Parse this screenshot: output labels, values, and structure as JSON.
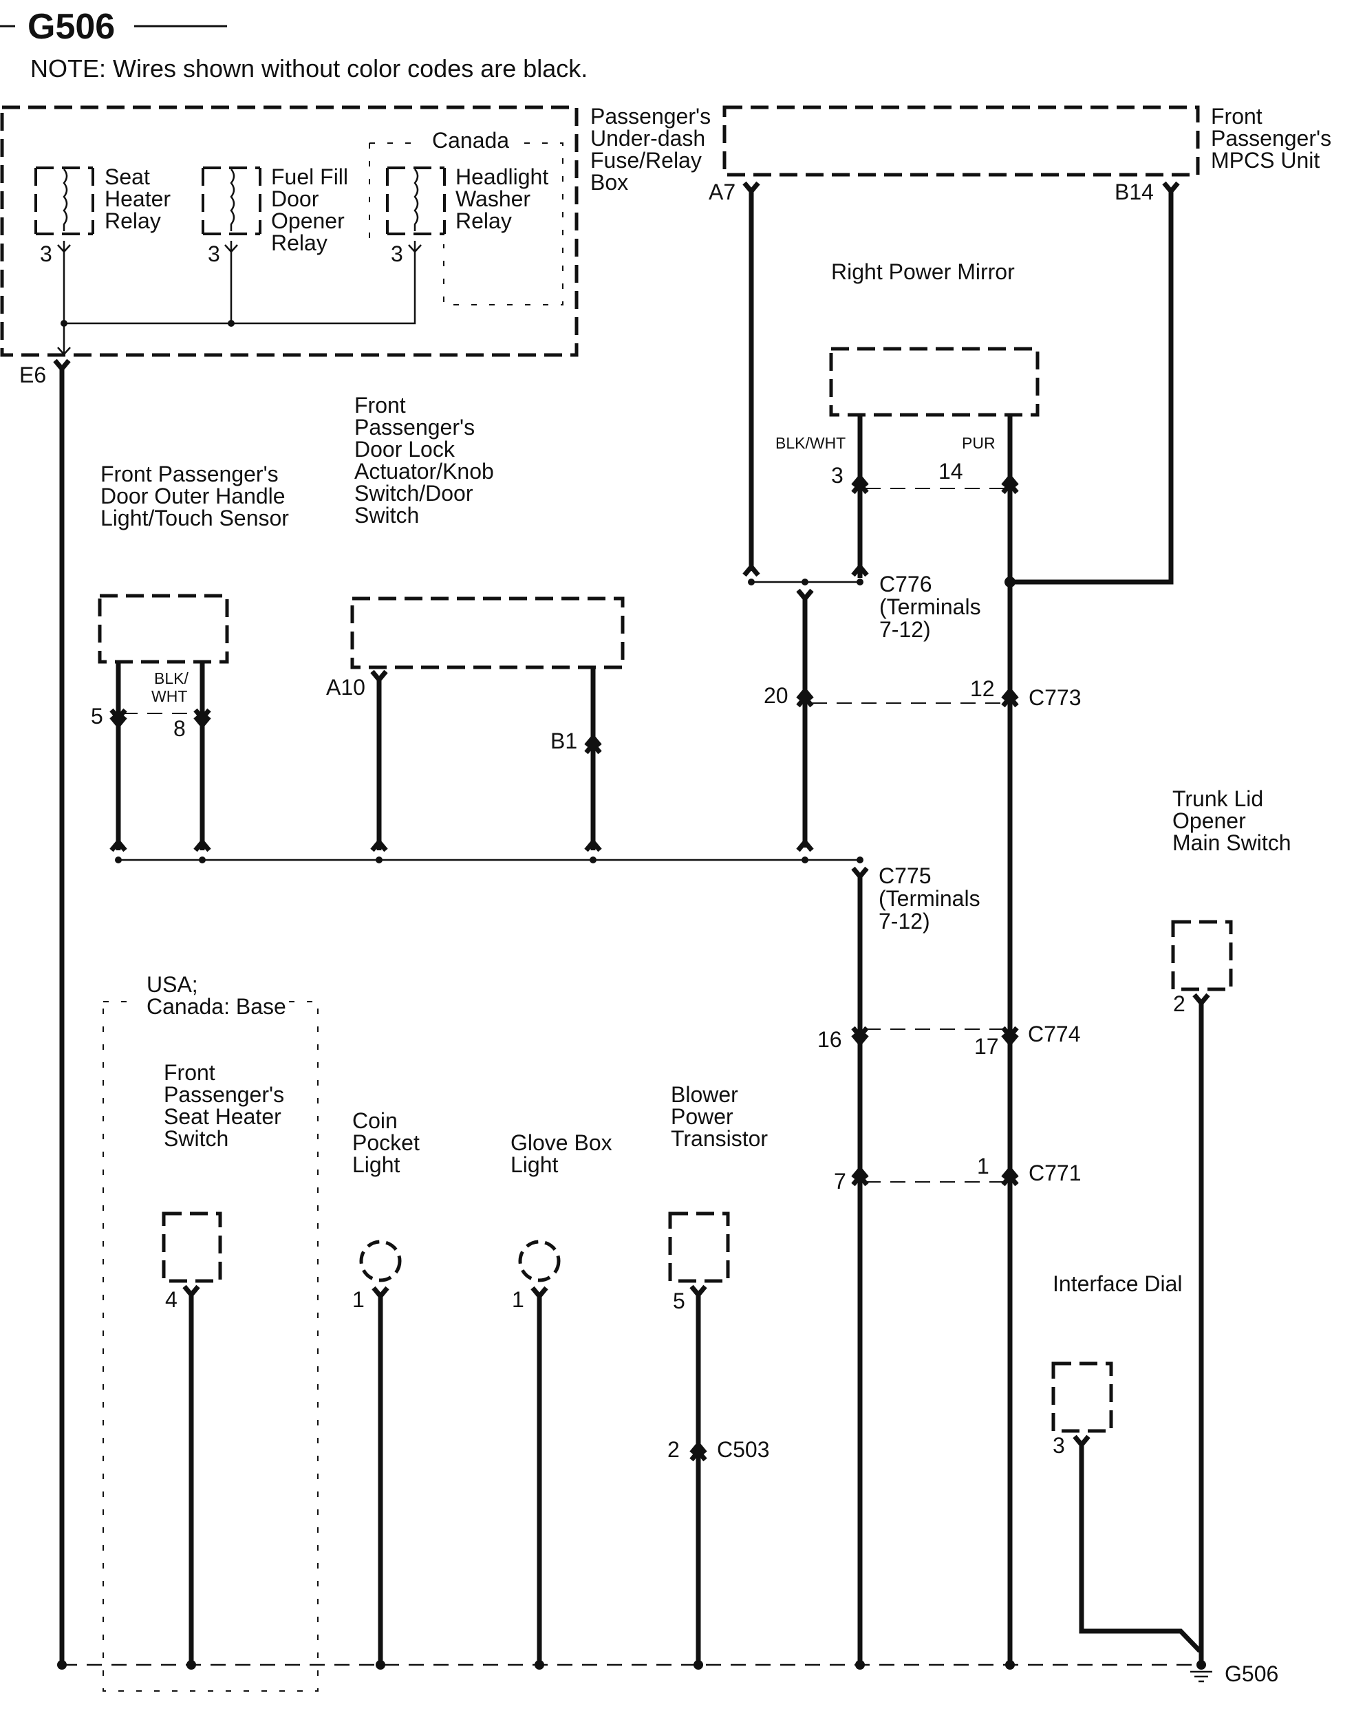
{
  "header": {
    "title": "G506",
    "note": "NOTE: Wires shown without color codes are black."
  },
  "components": {
    "fuse_box": [
      "Passenger's",
      "Under-dash",
      "Fuse/Relay",
      "Box"
    ],
    "seat_heater_relay": [
      "Seat",
      "Heater",
      "Relay"
    ],
    "fuel_fill_relay": [
      "Fuel Fill",
      "Door",
      "Opener",
      "Relay"
    ],
    "headlight_washer_relay": [
      "Headlight",
      "Washer",
      "Relay"
    ],
    "canada_label": "Canada",
    "mpcs_unit": [
      "Front",
      "Passenger's",
      "MPCS Unit"
    ],
    "right_power_mirror": "Right Power Mirror",
    "door_outer_handle": [
      "Front Passenger's",
      "Door Outer Handle",
      "Light/Touch Sensor"
    ],
    "door_lock_actuator": [
      "Front",
      "Passenger's",
      "Door Lock",
      "Actuator/Knob",
      "Switch/Door",
      "Switch"
    ],
    "trunk_lid_switch": [
      "Trunk Lid",
      "Opener",
      "Main Switch"
    ],
    "usa_canada_label": [
      "USA;",
      "Canada: Base"
    ],
    "seat_heater_switch": [
      "Front",
      "Passenger's",
      "Seat Heater",
      "Switch"
    ],
    "coin_pocket_light": [
      "Coin",
      "Pocket",
      "Light"
    ],
    "glove_box_light": [
      "Glove Box",
      "Light"
    ],
    "blower_power_transistor": [
      "Blower",
      "Power",
      "Transistor"
    ],
    "interface_dial": "Interface Dial"
  },
  "connectors": {
    "c776": [
      "C776",
      "(Terminals",
      "7-12)"
    ],
    "c775": [
      "C775",
      "(Terminals",
      "7-12)"
    ],
    "c773": "C773",
    "c774": "C774",
    "c771": "C771",
    "c503": "C503",
    "ground": "G506"
  },
  "terminals": {
    "seat_relay": "3",
    "fuel_relay": "3",
    "headlight_relay": "3",
    "e6": "E6",
    "a7": "A7",
    "b14": "B14",
    "mirror_left": "3",
    "mirror_right": "14",
    "handle_left": "5",
    "handle_right": "8",
    "a10": "A10",
    "b1": "B1",
    "c773_left": "20",
    "c773_right": "12",
    "c774_left": "16",
    "c774_right": "17",
    "c771_left": "7",
    "c771_right": "1",
    "trunk": "2",
    "seat_switch": "4",
    "coin_light": "1",
    "glove_light": "1",
    "blower": "5",
    "c503_pin": "2",
    "dial": "3"
  },
  "wire_colors": {
    "mirror_left": "BLK/WHT",
    "mirror_right": "PUR",
    "handle_top": "BLK/",
    "handle_bottom": "WHT"
  }
}
